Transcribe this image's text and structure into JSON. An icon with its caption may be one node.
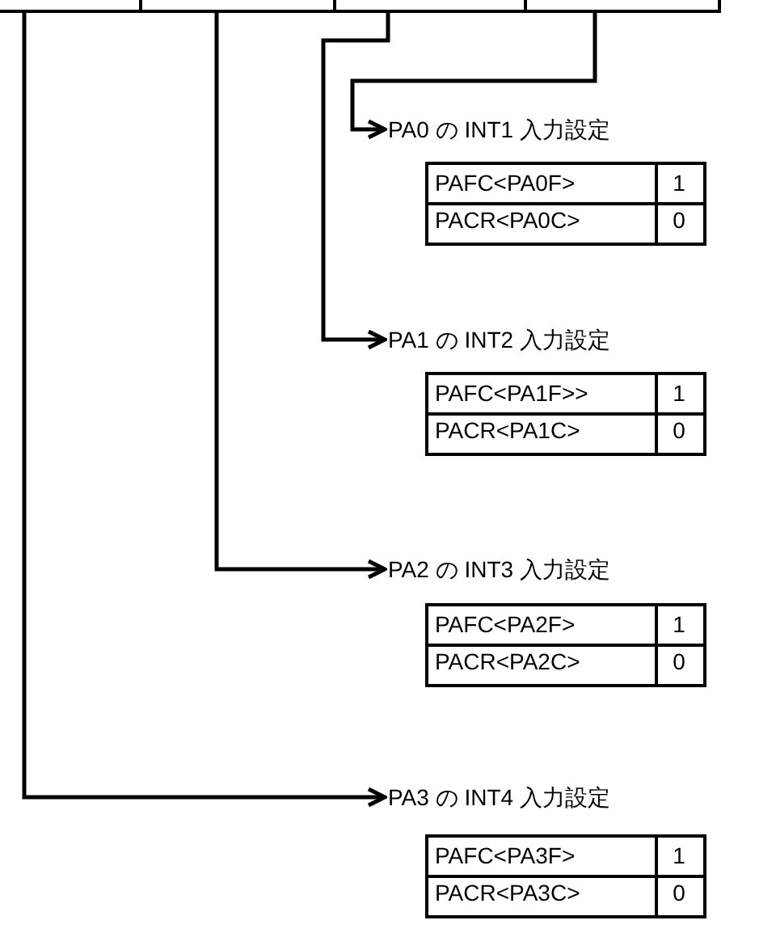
{
  "diagram": {
    "nodes": [
      {
        "text": [],
        "shape": "box"
      },
      {
        "text": [],
        "shape": "box"
      },
      {
        "text": [],
        "shape": "box"
      },
      {
        "text": [],
        "shape": "box"
      },
      {
        "text": [
          "PA0 の INT1 入力設定"
        ]
      },
      {
        "text": [
          "PA1 の INT2 入力設定"
        ]
      },
      {
        "text": [
          "PA2 の INT3 入力設定"
        ]
      },
      {
        "text": [
          "PA3 の INT4 入力設定"
        ]
      }
    ],
    "edges": [
      {
        "from": 3,
        "to": 4,
        "arrow": "to"
      },
      {
        "from": 2,
        "to": 5,
        "arrow": "to"
      },
      {
        "from": 1,
        "to": 6,
        "arrow": "to"
      },
      {
        "from": 0,
        "to": 7,
        "arrow": "to"
      }
    ],
    "labels": [
      "PAFC<PA0F>",
      "1",
      "PACR<PA0C>",
      "0",
      "PAFC<PA1F>>",
      "1",
      "PACR<PA1C>",
      "0",
      "PAFC<PA2F>",
      "1",
      "PACR<PA2C>",
      "0",
      "PAFC<PA3F>",
      "1",
      "PACR<PA3C>",
      "0"
    ]
  }
}
